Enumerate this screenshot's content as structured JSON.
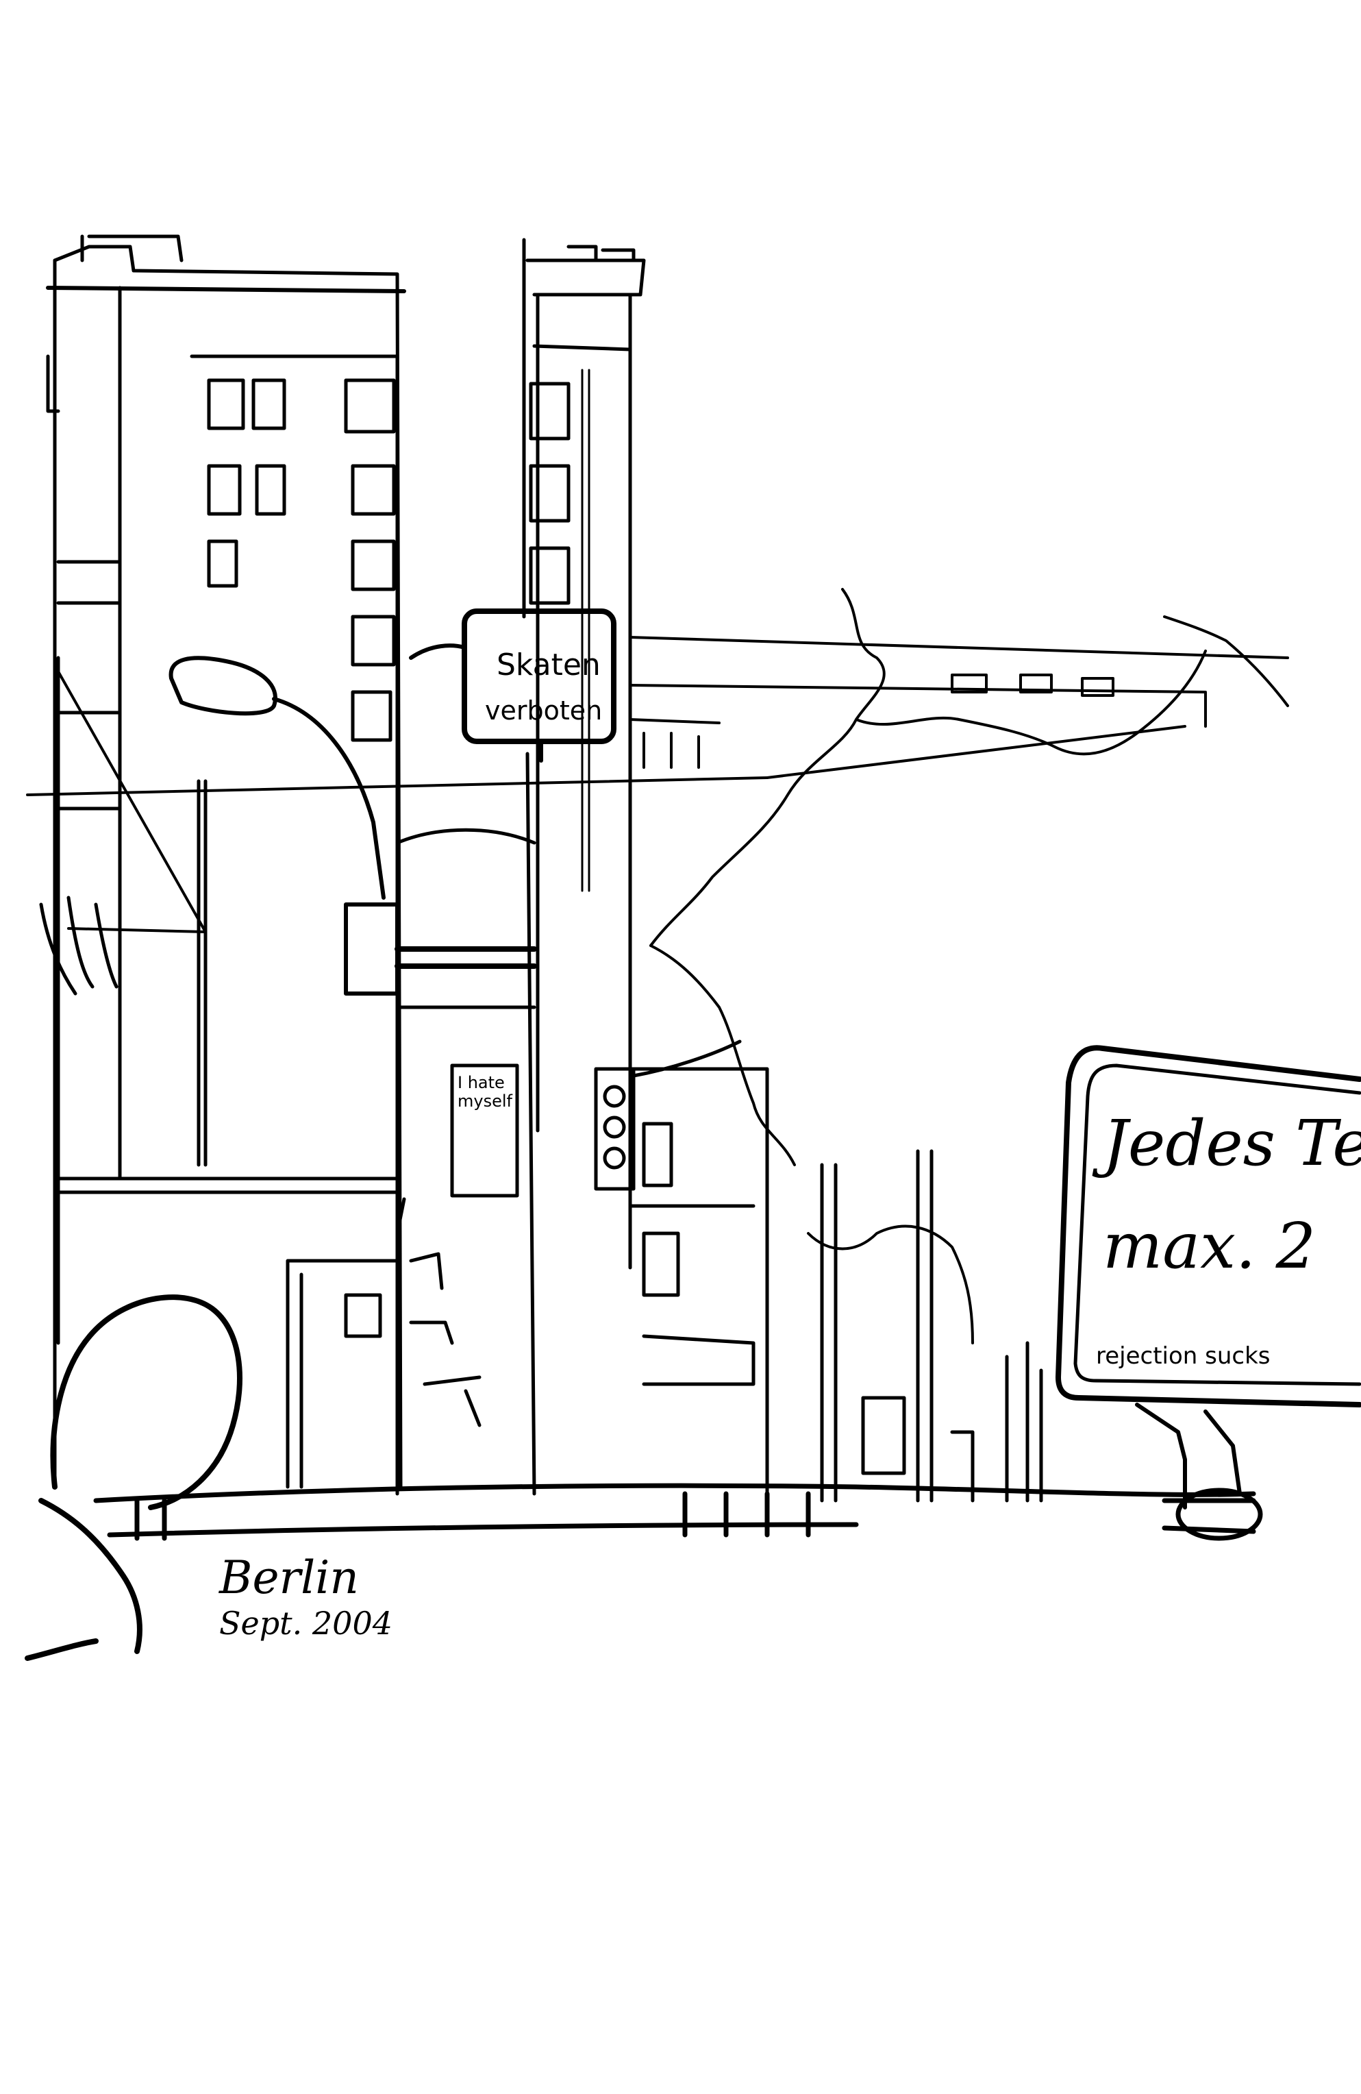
{
  "drawing": {
    "style": "pen-and-ink line sketch",
    "ink_color": "#000000",
    "paper_color": "#ffffff"
  },
  "signs": {
    "street_sign_line1": "Skaten",
    "street_sign_line2": "verboten",
    "poster_line1": "I hate",
    "poster_line2": "myself",
    "billboard_line1": "Jedes Te",
    "billboard_line2": "max. 2",
    "billboard_line3": "rejection sucks"
  },
  "caption": {
    "city": "Berlin",
    "date": "Sept. 2004"
  }
}
